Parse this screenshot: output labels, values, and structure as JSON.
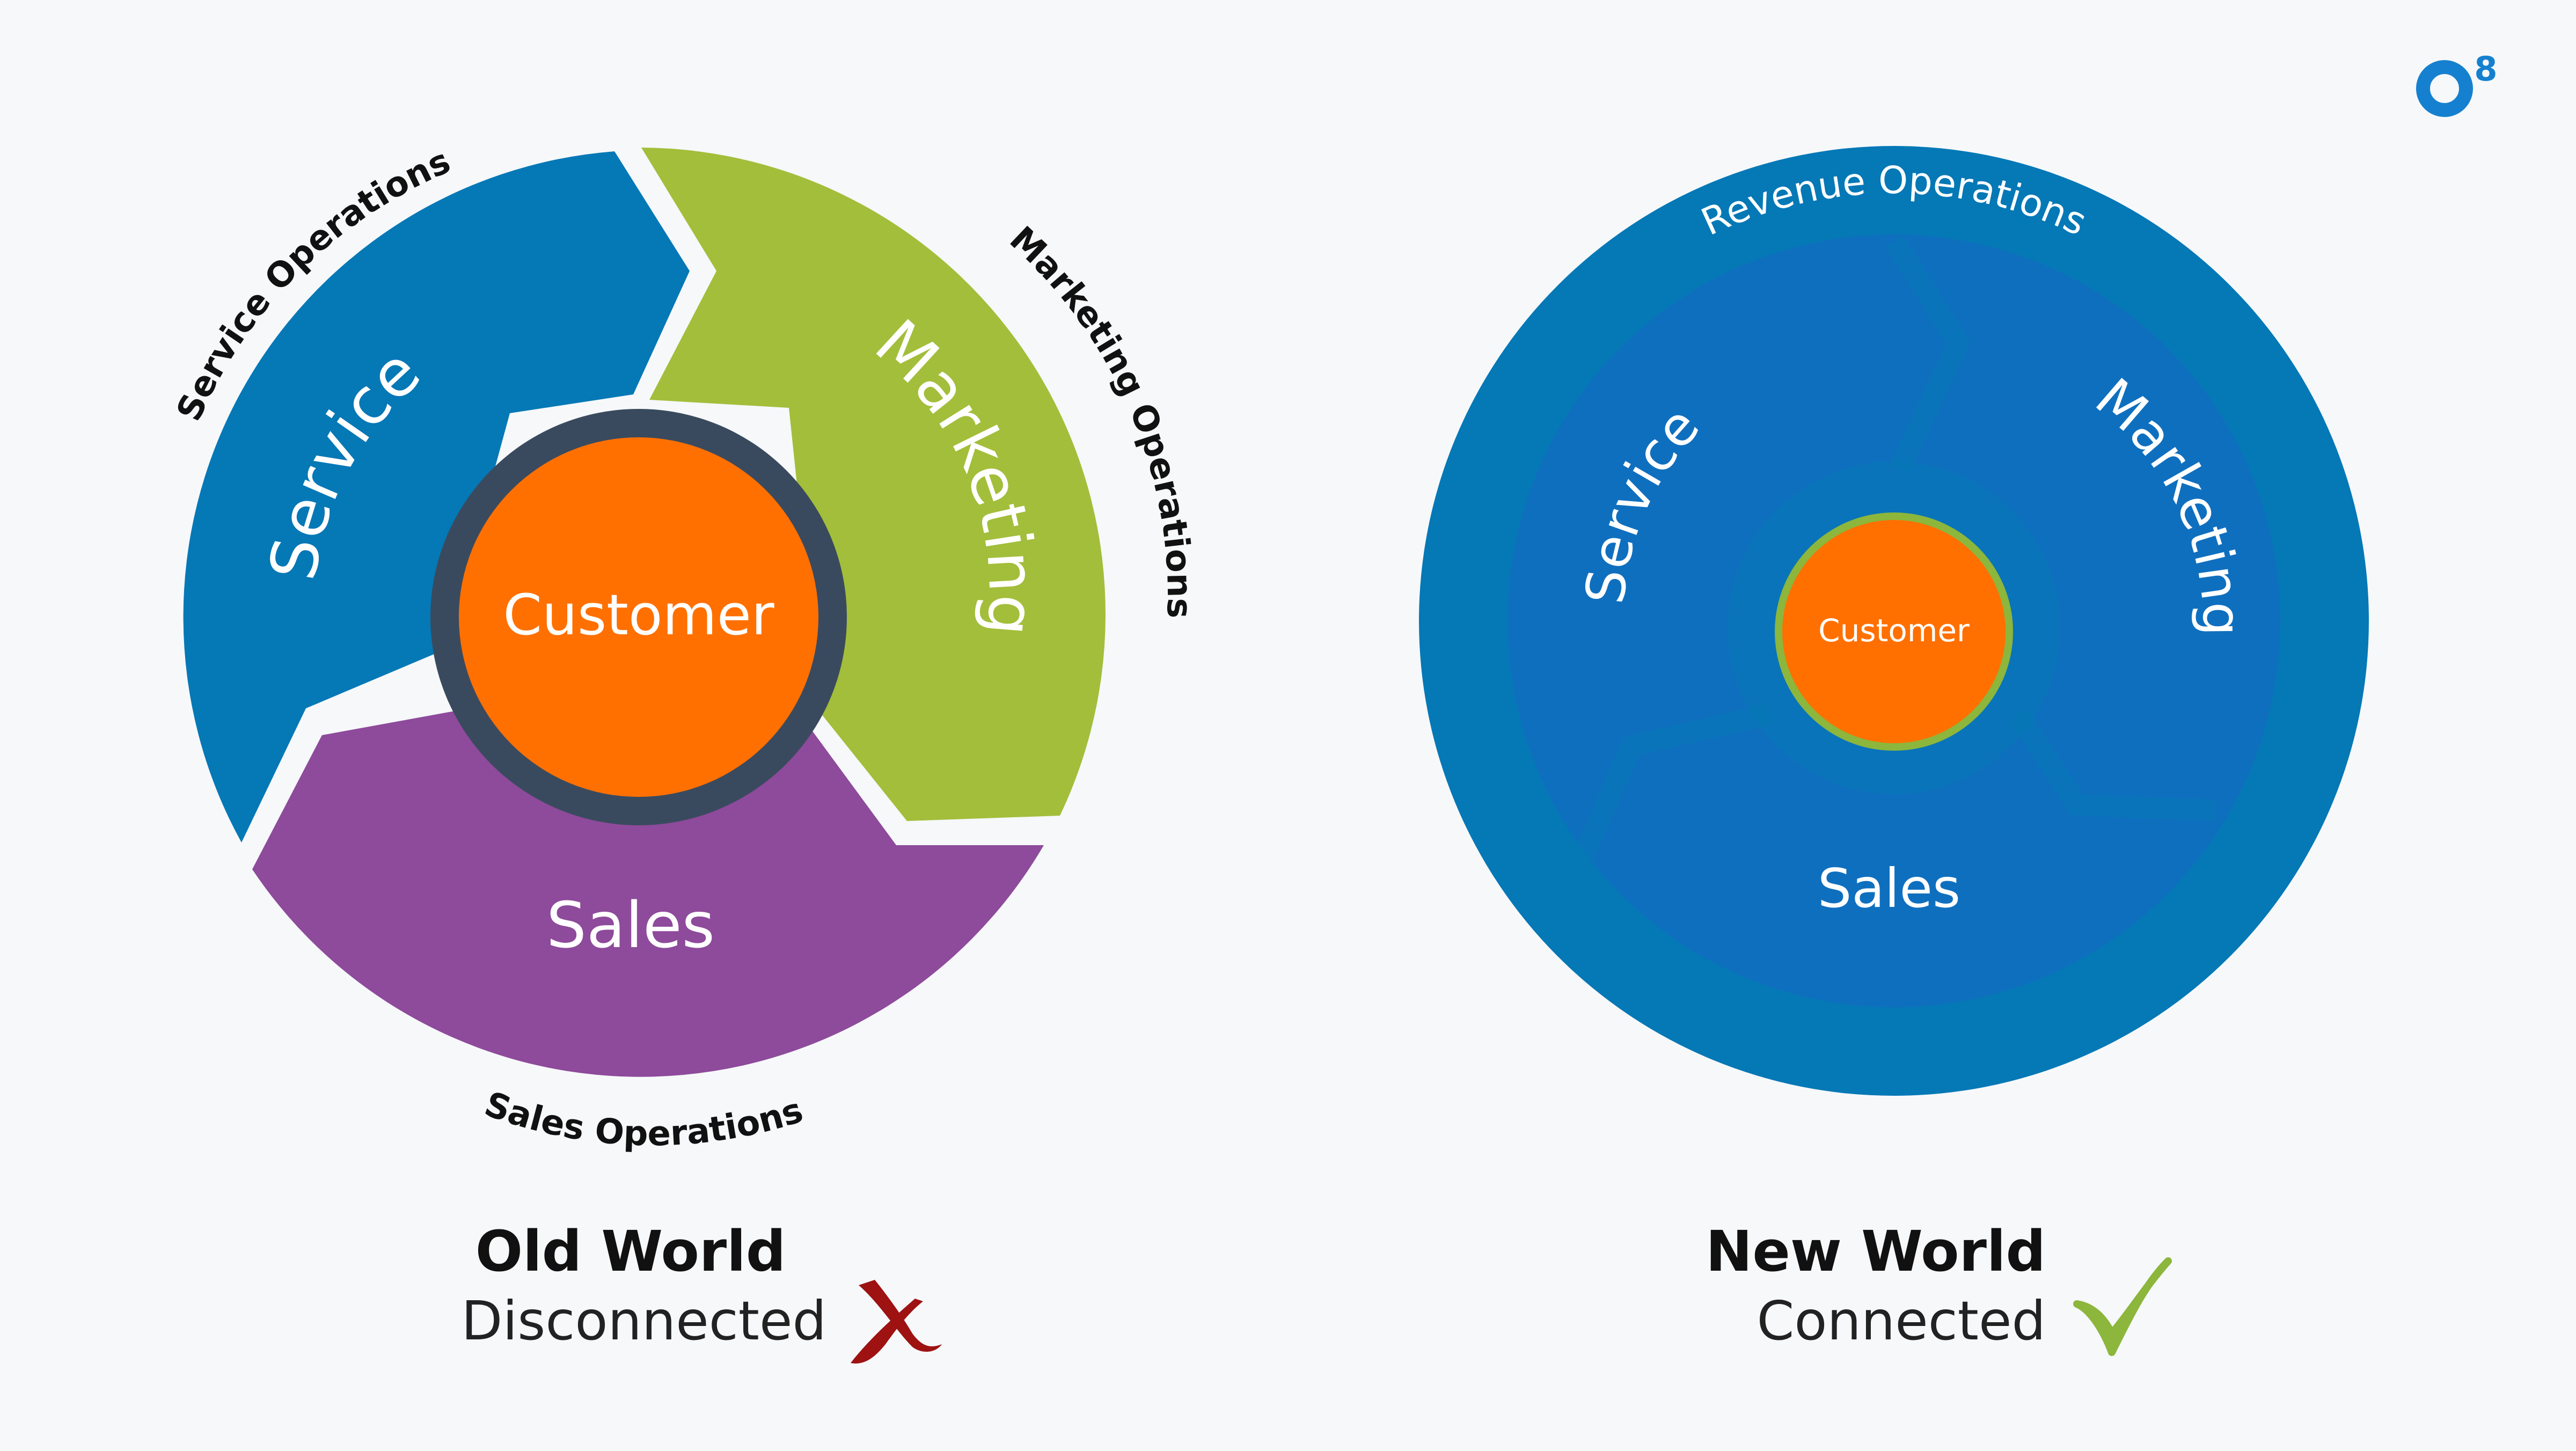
{
  "colors": {
    "background": "#f6f8fa",
    "service_blue": "#0578b6",
    "marketing_green": "#a3be3a",
    "sales_purple": "#8e4a9b",
    "customer_orange": "#ff7000",
    "customer_ring": "#3a4a5e",
    "new_world_outer": "#0578b6",
    "new_world_inner": "#0f6fbf",
    "check_green": "#8cb63c",
    "cross_red": "#9e1212",
    "text_dark": "#111111",
    "text_white": "#ffffff",
    "logo_blue": "#1580cf"
  },
  "logo": {
    "mark": "O",
    "superscript": "8"
  },
  "old_world": {
    "segments": {
      "service": "Service",
      "marketing": "Marketing",
      "sales": "Sales"
    },
    "center": "Customer",
    "outer_labels": {
      "service_ops": "Service Operations",
      "marketing_ops": "Marketing Operations",
      "sales_ops": "Sales Operations"
    },
    "caption": {
      "title": "Old World",
      "subtitle": "Disconnected",
      "status_icon": "cross-icon"
    }
  },
  "new_world": {
    "ring_label": "Revenue Operations",
    "segments": {
      "service": "Service",
      "marketing": "Marketing",
      "sales": "Sales"
    },
    "center": "Customer",
    "caption": {
      "title": "New World",
      "subtitle": "Connected",
      "status_icon": "check-icon"
    }
  }
}
